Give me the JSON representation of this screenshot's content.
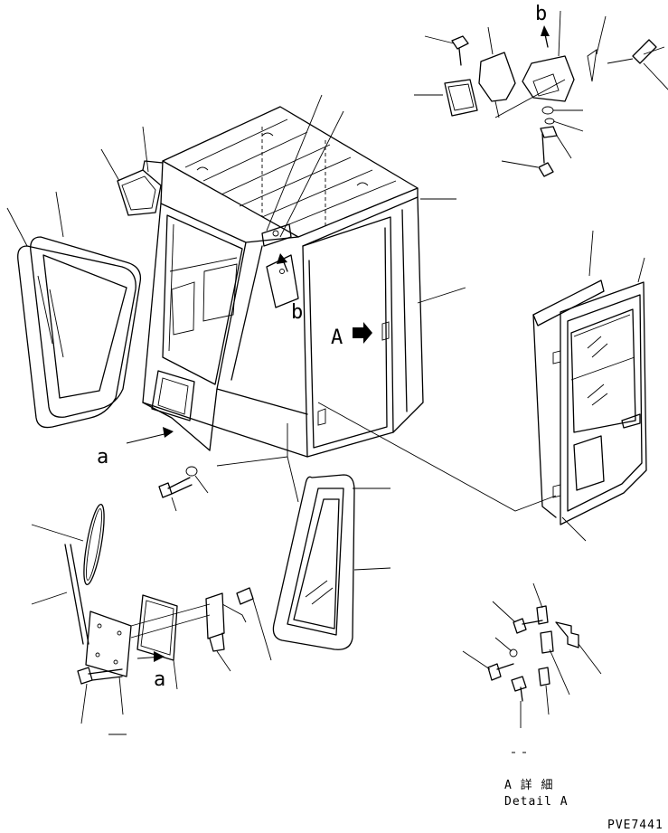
{
  "labels": {
    "view_a": "A",
    "view_b": "b",
    "callout_a_left": "a",
    "callout_a_mirror": "a",
    "callout_b_top": "b",
    "detail_jp": "A 詳 細",
    "detail_en": "Detail A",
    "drawing_code": "PVE7441"
  },
  "colors": {
    "line": "#000000",
    "background": "#ffffff"
  }
}
